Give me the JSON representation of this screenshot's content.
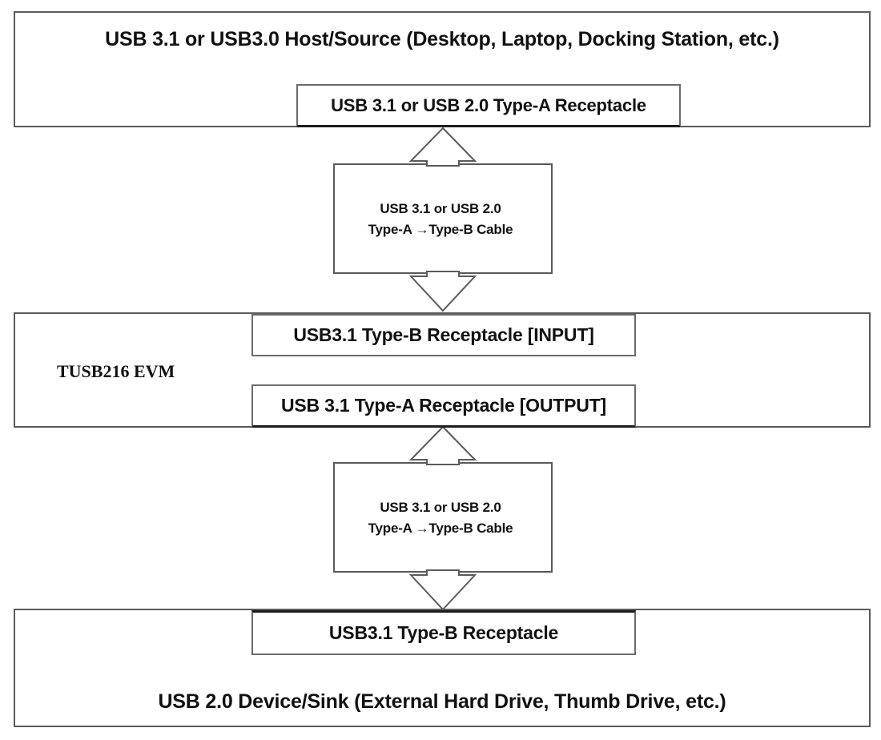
{
  "diagram": {
    "title": "USB connection block diagram",
    "type": "block-diagram",
    "stroke_color": "#5a5a5a",
    "text_color": "#111111",
    "background": "#ffffff"
  },
  "host_block": {
    "title": "USB 3.1 or USB3.0 Host/Source (Desktop, Laptop, Docking Station, etc.)",
    "receptacle": "USB 3.1 or USB 2.0 Type-A Receptacle"
  },
  "cable_top": {
    "line1": "USB 3.1 or USB 2.0",
    "line2": "Type-A →Type-B Cable",
    "arrow_direction": "bidirectional-vertical"
  },
  "evm_block": {
    "label": "TUSB216 EVM",
    "input_receptacle": "USB3.1 Type-B Receptacle [INPUT]",
    "output_receptacle": "USB 3.1 Type-A Receptacle [OUTPUT]"
  },
  "cable_bottom": {
    "line1": "USB 3.1 or USB 2.0",
    "line2": "Type-A →Type-B Cable",
    "arrow_direction": "bidirectional-vertical"
  },
  "device_block": {
    "receptacle": "USB3.1 Type-B Receptacle",
    "title": "USB 2.0 Device/Sink (External Hard Drive, Thumb Drive, etc.)"
  }
}
